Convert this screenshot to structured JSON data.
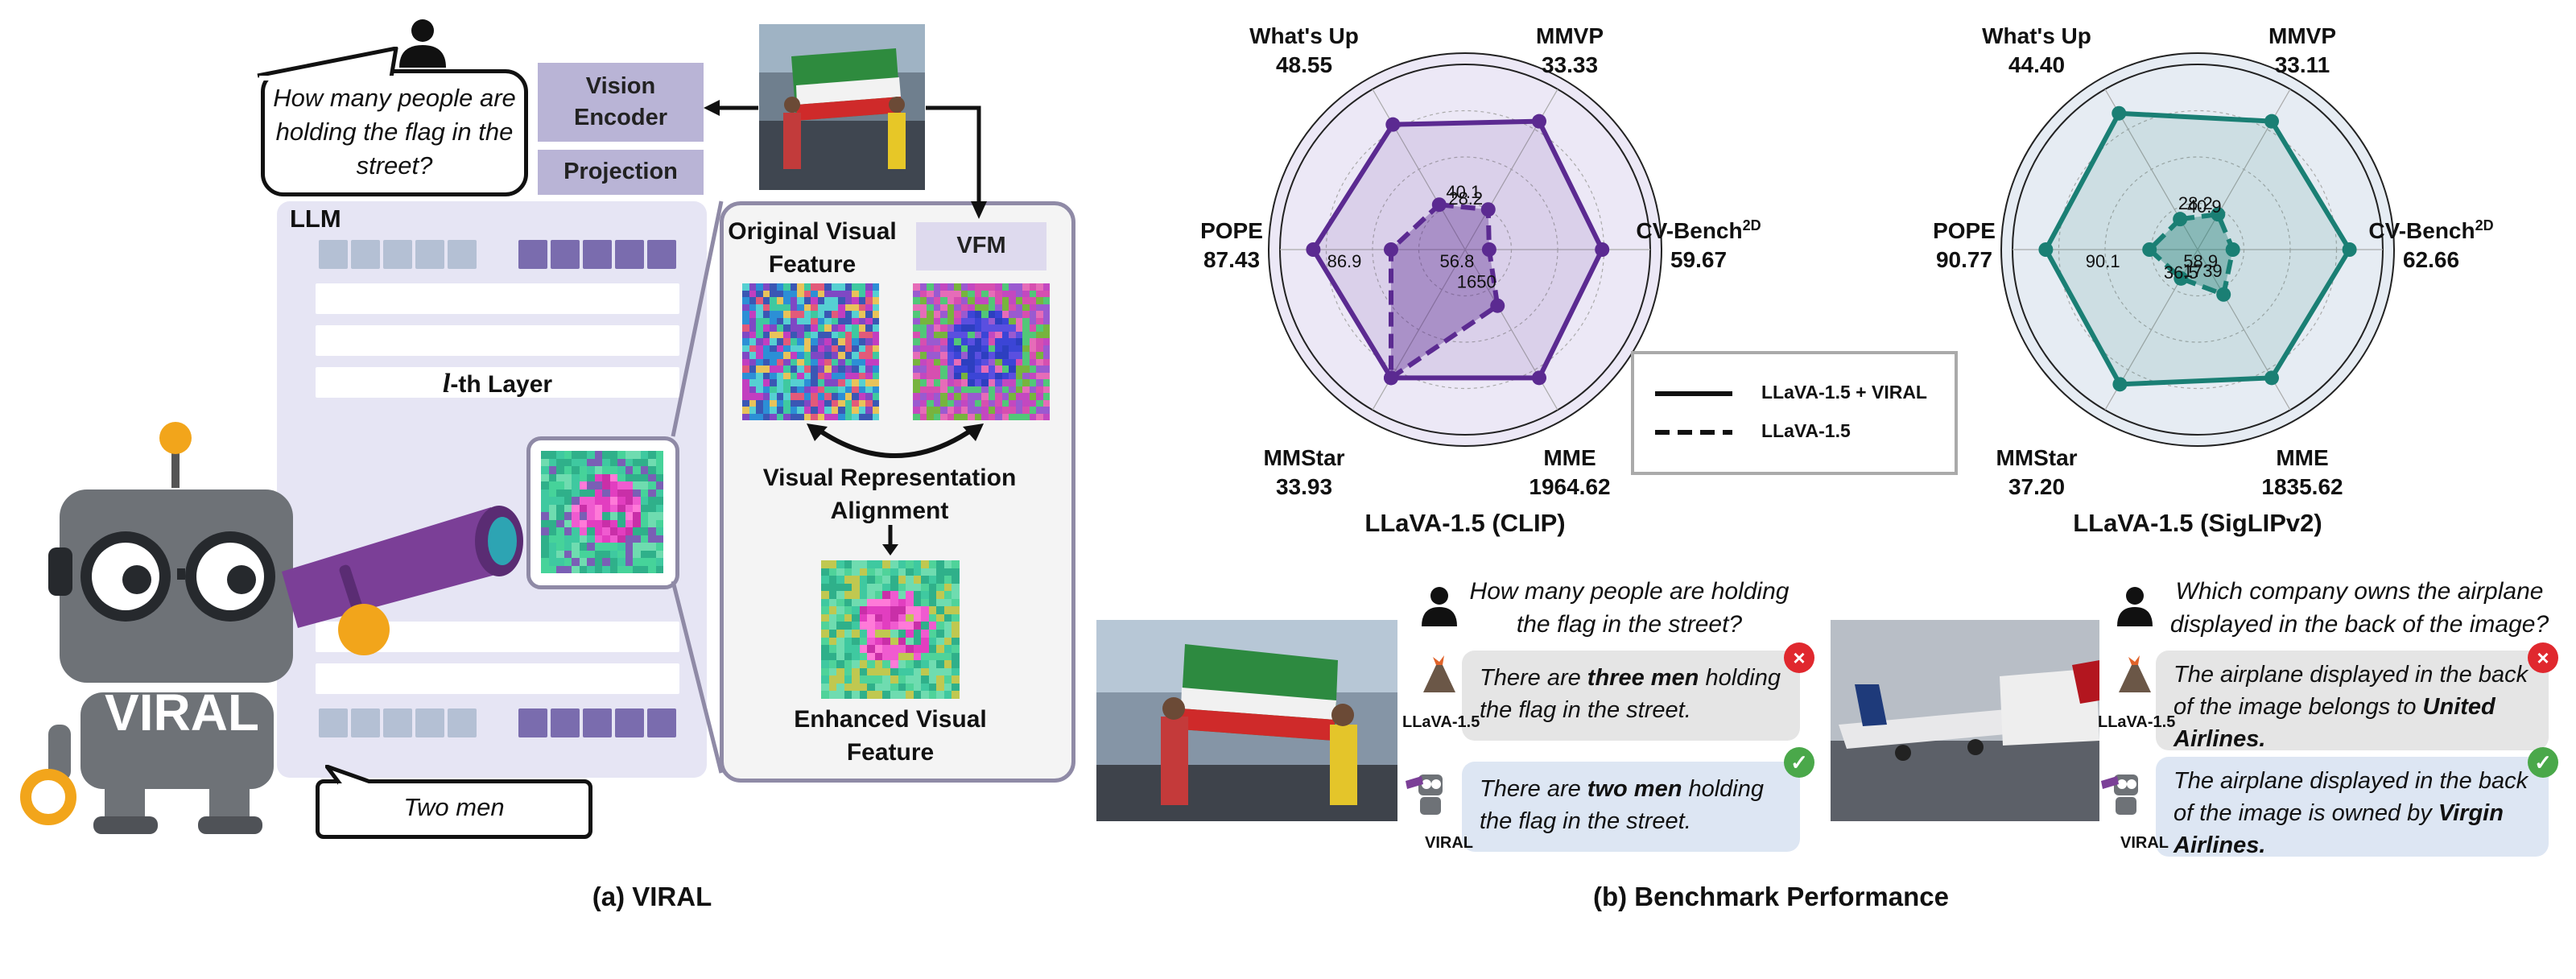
{
  "left": {
    "question": "How many people are holding the flag in the street?",
    "vision_encoder": "Vision Encoder",
    "projection": "Projection",
    "llm_label": "LLM",
    "layer_label": "-th Layer",
    "layer_var": "l",
    "vfm": "VFM",
    "original_feature": "Original Visual Feature",
    "alignment": "Visual Representation Alignment",
    "enhanced_feature": "Enhanced Visual Feature",
    "robot_text": "VIRAL",
    "answer": "Two men",
    "caption": "(a) VIRAL"
  },
  "right": {
    "caption": "(b) Benchmark Performance",
    "legend": [
      "LLaVA-1.5 + VIRAL",
      "LLaVA-1.5"
    ],
    "example1": {
      "question": "How many people are holding the flag in the street?",
      "baseline_label": "LLaVA-1.5",
      "baseline_pre": "There are ",
      "baseline_bold": "three men",
      "baseline_post": " holding the flag in the street.",
      "viral_label": "VIRAL",
      "viral_pre": "There are ",
      "viral_bold": "two men",
      "viral_post": " holding the flag in the street.",
      "wrong_mark": "×",
      "right_mark": "✓"
    },
    "example2": {
      "question": "Which company owns the airplane displayed in the back of the image?",
      "baseline_label": "LLaVA-1.5",
      "baseline_pre": "The airplane displayed in the back of the image belongs to ",
      "baseline_bold": "United Airlines.",
      "viral_label": "VIRAL",
      "viral_pre": "The airplane displayed in the back of the image is owned by ",
      "viral_bold": "Virgin Airlines.",
      "wrong_mark": "×",
      "right_mark": "✓"
    }
  },
  "chart_data": [
    {
      "type": "radar",
      "title": "LLaVA-1.5 (CLIP)",
      "color": "#5b2a91",
      "axes": [
        {
          "name": "What's Up",
          "viral": "48.55",
          "base": "40.1"
        },
        {
          "name": "MMVP",
          "viral": "33.33",
          "base": "28.2"
        },
        {
          "name": "CV-Bench",
          "sup": "2D",
          "viral": "59.67",
          "base": "56.8"
        },
        {
          "name": "MME",
          "viral": "1964.62",
          "base": "1650"
        },
        {
          "name": "MMStar",
          "viral": "33.93",
          "base": ""
        },
        {
          "name": "POPE",
          "viral": "87.43",
          "base": "86.9"
        }
      ],
      "viral_norm": [
        0.78,
        0.8,
        0.74,
        0.8,
        0.8,
        0.82
      ],
      "base_norm": [
        0.28,
        0.25,
        0.13,
        0.35,
        0.8,
        0.4
      ]
    },
    {
      "type": "radar",
      "title": "LLaVA-1.5 (SigLIPv2)",
      "color": "#1a7f74",
      "axes": [
        {
          "name": "What's Up",
          "viral": "44.40",
          "base": "40.9"
        },
        {
          "name": "MMVP",
          "viral": "33.11",
          "base": "28.2"
        },
        {
          "name": "CV-Bench",
          "sup": "2D",
          "viral": "62.66",
          "base": "58.9"
        },
        {
          "name": "MME",
          "viral": "1835.62",
          "base": "1739"
        },
        {
          "name": "MMStar",
          "viral": "37.20",
          "base": "36.5"
        },
        {
          "name": "POPE",
          "viral": "90.77",
          "base": "90.1"
        }
      ],
      "viral_norm": [
        0.85,
        0.8,
        0.82,
        0.8,
        0.84,
        0.82
      ],
      "base_norm": [
        0.19,
        0.22,
        0.19,
        0.28,
        0.18,
        0.26
      ]
    }
  ]
}
